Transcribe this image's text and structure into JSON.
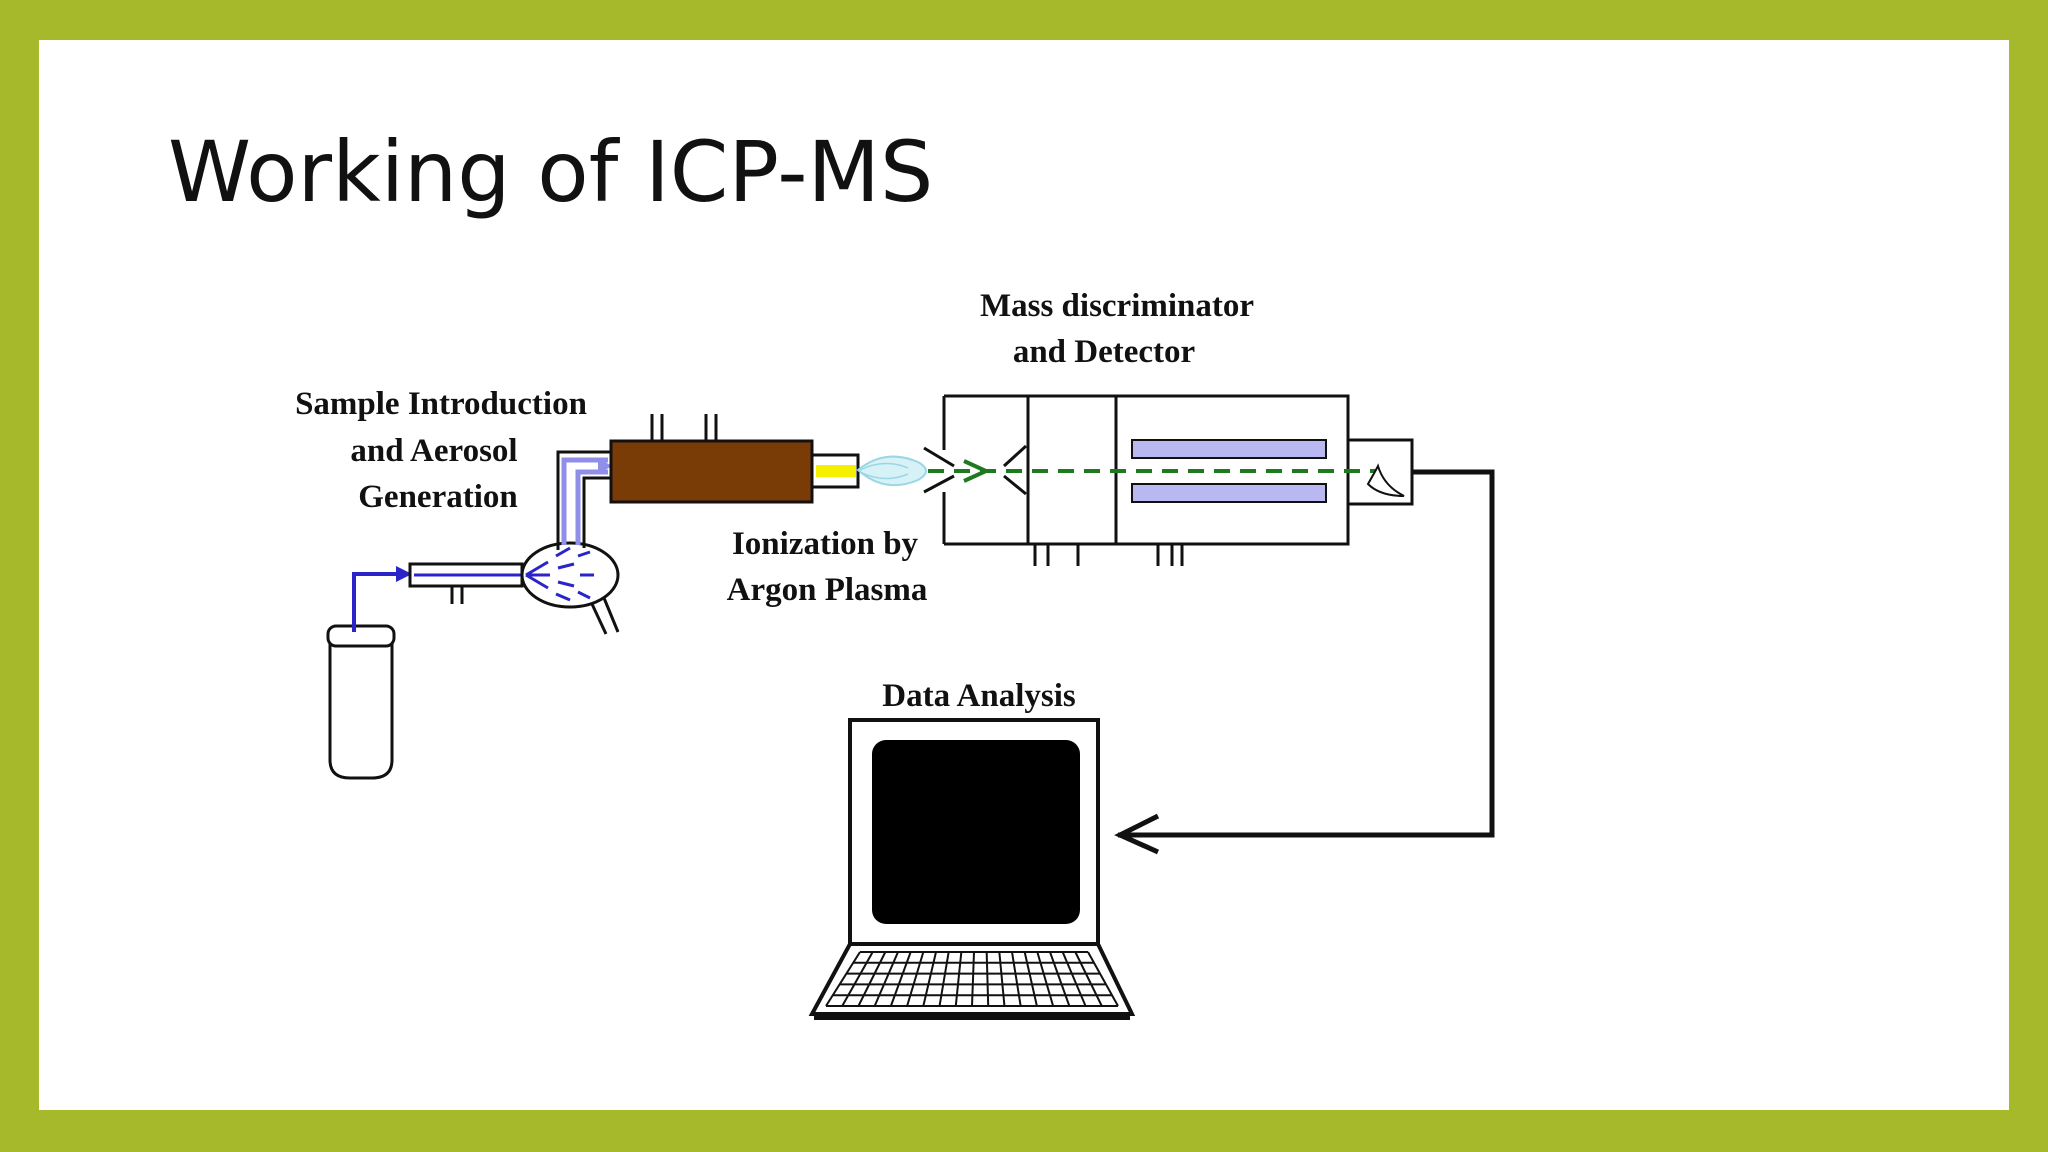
{
  "slide": {
    "title": "Working of ICP-MS"
  },
  "colors": {
    "frame": "#a6b92b",
    "torch": "#7a3c06",
    "plasma": "#f5f000",
    "ion_beam": "#1f7a1f",
    "quadrupole_rods": "#b9b8f0",
    "sample_flow": "#2b24c8",
    "aerosol_flow": "#8f8ee8"
  },
  "diagram": {
    "labels": {
      "sample_intro_line1": "Sample Introduction",
      "sample_intro_line2": "and Aerosol",
      "sample_intro_line3": "Generation",
      "ionization_line1": "Ionization by",
      "ionization_line2": "Argon Plasma",
      "mass_disc_line1": "Mass discriminator",
      "mass_disc_line2": "and Detector",
      "data_analysis": "Data Analysis"
    }
  }
}
